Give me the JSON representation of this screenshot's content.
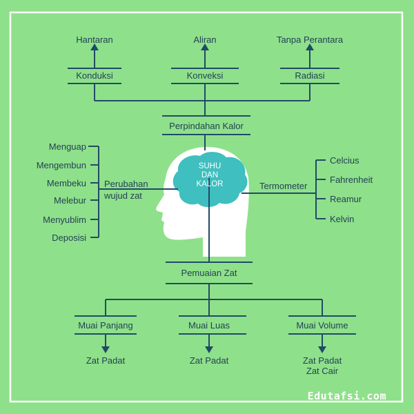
{
  "colors": {
    "background": "#8fe08a",
    "line": "#1f4a66",
    "text": "#1f3f55",
    "head": "#ffffff",
    "brain": "#3fbfbf"
  },
  "center": {
    "line1": "SUHU",
    "line2": "DAN",
    "line3": "KALOR"
  },
  "top": {
    "title": "Perpindahan Kalor",
    "items": [
      {
        "label": "Konduksi",
        "sub": "Hantaran"
      },
      {
        "label": "Konveksi",
        "sub": "Aliran"
      },
      {
        "label": "Radiasi",
        "sub": "Tanpa Perantara"
      }
    ]
  },
  "left": {
    "title_line1": "Perubahan",
    "title_line2": "wujud zat",
    "items": [
      "Menguap",
      "Mengembun",
      "Membeku",
      "Melebur",
      "Menyublim",
      "Deposisi"
    ]
  },
  "right": {
    "title": "Termometer",
    "items": [
      "Celcius",
      "Fahrenheit",
      "Reamur",
      "Kelvin"
    ]
  },
  "bottom": {
    "title": "Pemuaian Zat",
    "items": [
      {
        "label": "Muai Panjang",
        "sub1": "Zat Padat",
        "sub2": ""
      },
      {
        "label": "Muai Luas",
        "sub1": "Zat Padat",
        "sub2": ""
      },
      {
        "label": "Muai Volume",
        "sub1": "Zat Padat",
        "sub2": "Zat Cair"
      }
    ]
  },
  "watermark": "Edutafsi.com"
}
